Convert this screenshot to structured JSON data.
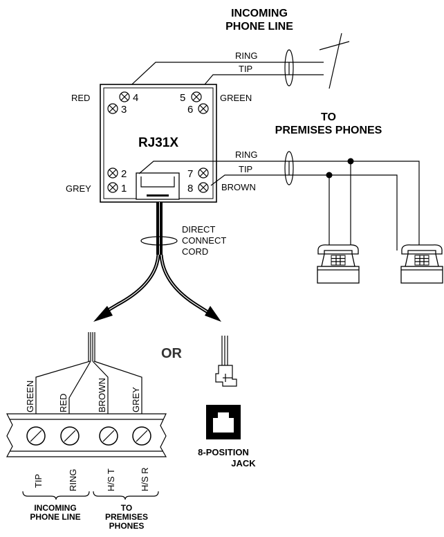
{
  "header": {
    "incoming_line_1": "INCOMING",
    "incoming_line_2": "PHONE LINE",
    "premises_line_1": "TO",
    "premises_line_2": "PREMISES PHONES"
  },
  "top_wires": {
    "ring": "RING",
    "tip": "TIP"
  },
  "premises_wires": {
    "ring": "RING",
    "tip": "TIP"
  },
  "jack": {
    "title": "RJ31X",
    "terminals": [
      "4",
      "3",
      "5",
      "6",
      "2",
      "1",
      "7",
      "8"
    ],
    "colors": {
      "red": "RED",
      "green": "GREEN",
      "grey": "GREY",
      "brown": "BROWN"
    }
  },
  "cord": {
    "line1": "DIRECT",
    "line2": "CONNECT",
    "line3": "CORD"
  },
  "or_label": "OR",
  "terminal_block": {
    "wire_colors": [
      "GREEN",
      "RED",
      "BROWN",
      "GREY"
    ],
    "functions": [
      "TIP",
      "RING",
      "H/S T",
      "H/S R"
    ],
    "group_incoming": [
      "INCOMING",
      "PHONE LINE"
    ],
    "group_premises": [
      "TO",
      "PREMISES",
      "PHONES"
    ]
  },
  "eight_position": {
    "line1": "8-POSITION",
    "line2": "JACK"
  }
}
